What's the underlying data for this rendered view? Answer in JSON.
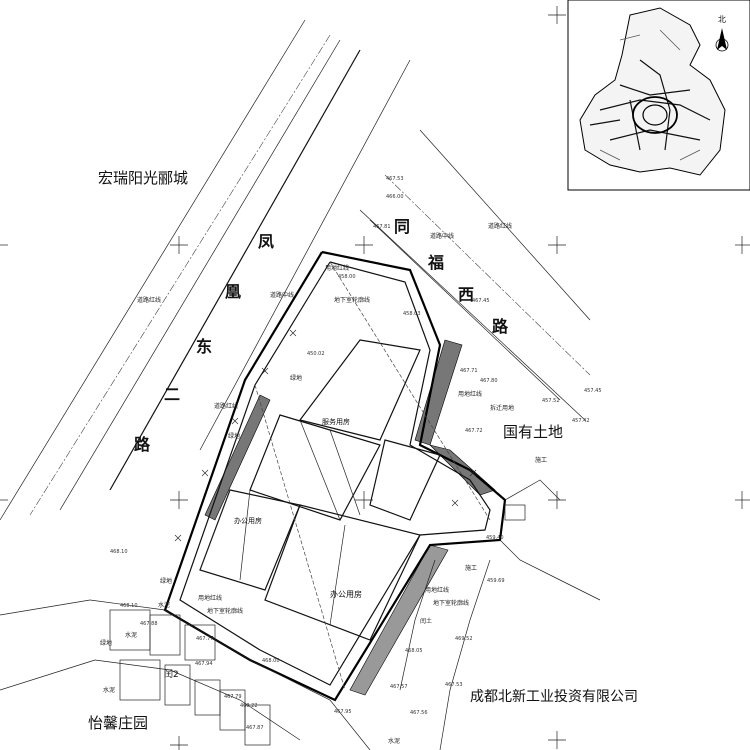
{
  "places": {
    "hongrui": "宏瑞阳光郦城",
    "guoyou": "国有土地",
    "yixin": "怡馨庄园",
    "chengdu": "成都北新工业投资有限公司"
  },
  "roads": {
    "fenghuang": [
      "凤",
      "凰",
      "东",
      "二",
      "路"
    ],
    "tongfu": [
      "同",
      "福",
      "西",
      "路"
    ]
  },
  "labels": {
    "road_red_line": "道路红线",
    "road_center": "道路中线",
    "land_red_line": "用地红线",
    "underground": "地下室轮廓线",
    "office": "办公用房",
    "service": "服务用房",
    "office_short": "办公用房",
    "demolish": "拆迁用地",
    "construction": "施工",
    "shuini": "水泥",
    "north": "北",
    "wall": "闰土",
    "res2": "闰2",
    "lvdi": "绿地"
  },
  "elevations": [
    "467.53",
    "466.00",
    "467.81",
    "458.00",
    "458.03",
    "450.02",
    "467.45",
    "467.71",
    "467.80",
    "457.45",
    "457.52",
    "457.42",
    "467.72",
    "468.10",
    "468.10",
    "467.88",
    "467.77",
    "467.94",
    "468.00",
    "468.22",
    "467.79",
    "467.87",
    "467.95",
    "468.05",
    "467.57",
    "467.56",
    "467.53",
    "469.52",
    "459.69",
    "459.40"
  ]
}
